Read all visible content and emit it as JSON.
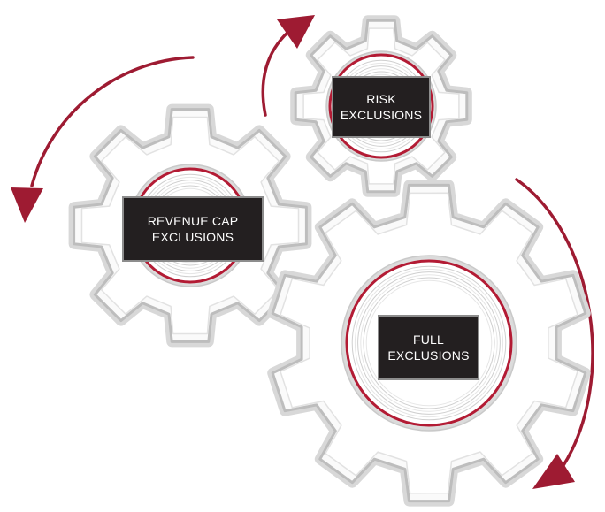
{
  "gears": [
    {
      "id": "risk",
      "label_lines": [
        "RISK",
        "EXCLUSIONS"
      ]
    },
    {
      "id": "revenue",
      "label_lines": [
        "REVENUE CAP",
        "EXCLUSIONS"
      ]
    },
    {
      "id": "full",
      "label_lines": [
        "FULL",
        "EXCLUSIONS"
      ]
    }
  ],
  "colors": {
    "arrow": "#9e1b32",
    "ring": "#b31b34",
    "label_bg": "#231f20",
    "label_text": "#ffffff",
    "gear_fill": "#fafafa",
    "gear_stroke": "#bdbdbd"
  }
}
